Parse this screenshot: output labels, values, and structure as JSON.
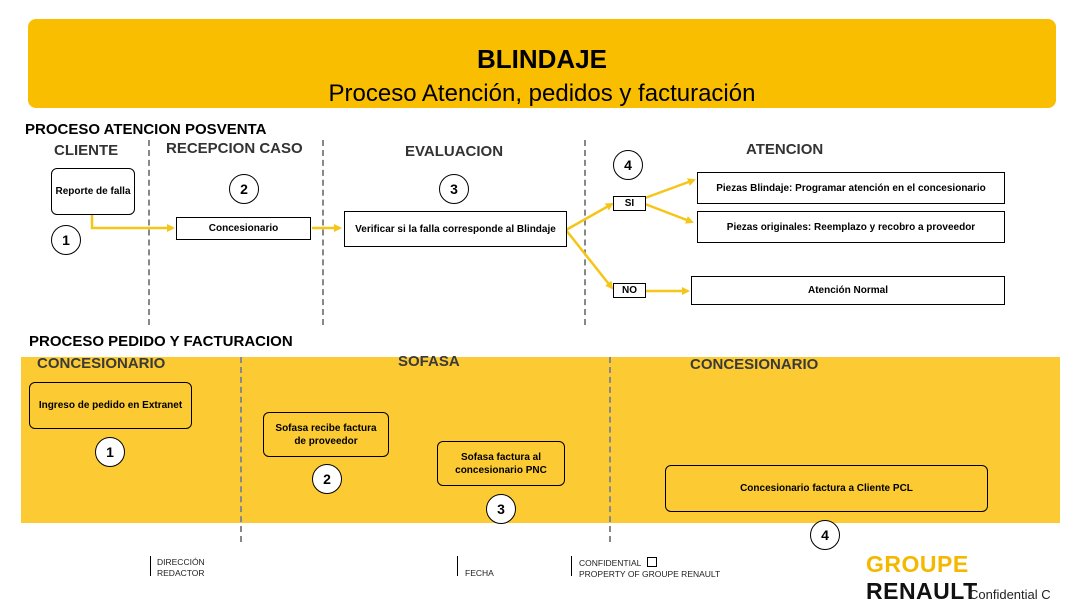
{
  "colors": {
    "accent": "#f9be00",
    "band": "#fccb33",
    "arrow": "#f5c518"
  },
  "banner": {
    "title": "BLINDAJE",
    "subtitle": "Proceso Atención, pedidos y facturación"
  },
  "posventa": {
    "section_title": "PROCESO ATENCION POSVENTA",
    "columns": {
      "cliente": "CLIENTE",
      "recepcion": "RECEPCION CASO",
      "evaluacion": "EVALUACION",
      "atencion": "ATENCION"
    },
    "steps": {
      "reporte": "Reporte de falla",
      "concesionario": "Concesionario",
      "verificar": "Verificar si la falla corresponde al Blindaje",
      "si": "SI",
      "no": "NO",
      "piezas_blindaje": "Piezas Blindaje: Programar atención en el concesionario",
      "piezas_originales": "Piezas originales: Reemplazo y recobro a proveedor",
      "atencion_normal": "Atención Normal"
    },
    "numbers": [
      "1",
      "2",
      "3",
      "4"
    ]
  },
  "pedido": {
    "section_title": "PROCESO PEDIDO Y FACTURACION",
    "columns": {
      "concesionario_left": "CONCESIONARIO",
      "sofasa": "SOFASA",
      "concesionario_right": "CONCESIONARIO"
    },
    "steps": {
      "ingreso": "Ingreso de pedido en Extranet",
      "sofasa_recibe": "Sofasa recibe factura de proveedor",
      "sofasa_factura": "Sofasa factura al concesionario PNC",
      "concesionario_factura": "Concesionario factura a  Cliente PCL"
    },
    "numbers": [
      "1",
      "2",
      "3",
      "4"
    ]
  },
  "footer": {
    "direccion": "DIRECCIÓN",
    "redactor": "REDACTOR",
    "fecha": "FECHA",
    "confidential": "CONFIDENTIAL",
    "property": "PROPERTY OF GROUPE RENAULT",
    "logo_groupe": "GROUPE",
    "logo_renault": "RENAULT",
    "classification": "Confidential C"
  }
}
